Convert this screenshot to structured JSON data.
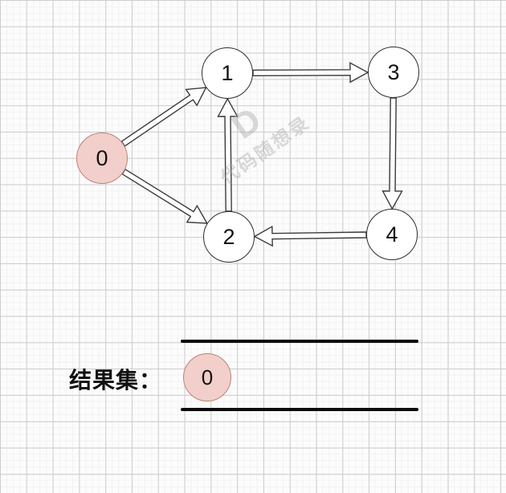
{
  "watermark": {
    "logo": "D",
    "text": "代码随想录"
  },
  "graph": {
    "nodes": [
      {
        "id": "0",
        "label": "0",
        "highlighted": true
      },
      {
        "id": "1",
        "label": "1",
        "highlighted": false
      },
      {
        "id": "2",
        "label": "2",
        "highlighted": false
      },
      {
        "id": "3",
        "label": "3",
        "highlighted": false
      },
      {
        "id": "4",
        "label": "4",
        "highlighted": false
      }
    ],
    "edges": [
      {
        "from": "0",
        "to": "1"
      },
      {
        "from": "0",
        "to": "2"
      },
      {
        "from": "2",
        "to": "1"
      },
      {
        "from": "1",
        "to": "3"
      },
      {
        "from": "3",
        "to": "4"
      },
      {
        "from": "4",
        "to": "2"
      }
    ]
  },
  "result": {
    "label": "结果集：",
    "items": [
      {
        "label": "0",
        "highlighted": true
      }
    ]
  },
  "colors": {
    "highlight_fill": "#f2cfca",
    "highlight_border": "#bd8379",
    "node_fill": "#ffffff",
    "node_border": "#2e2e2e",
    "edge_stroke": "#3b3b3b",
    "rule_color": "#0c0c0c"
  }
}
